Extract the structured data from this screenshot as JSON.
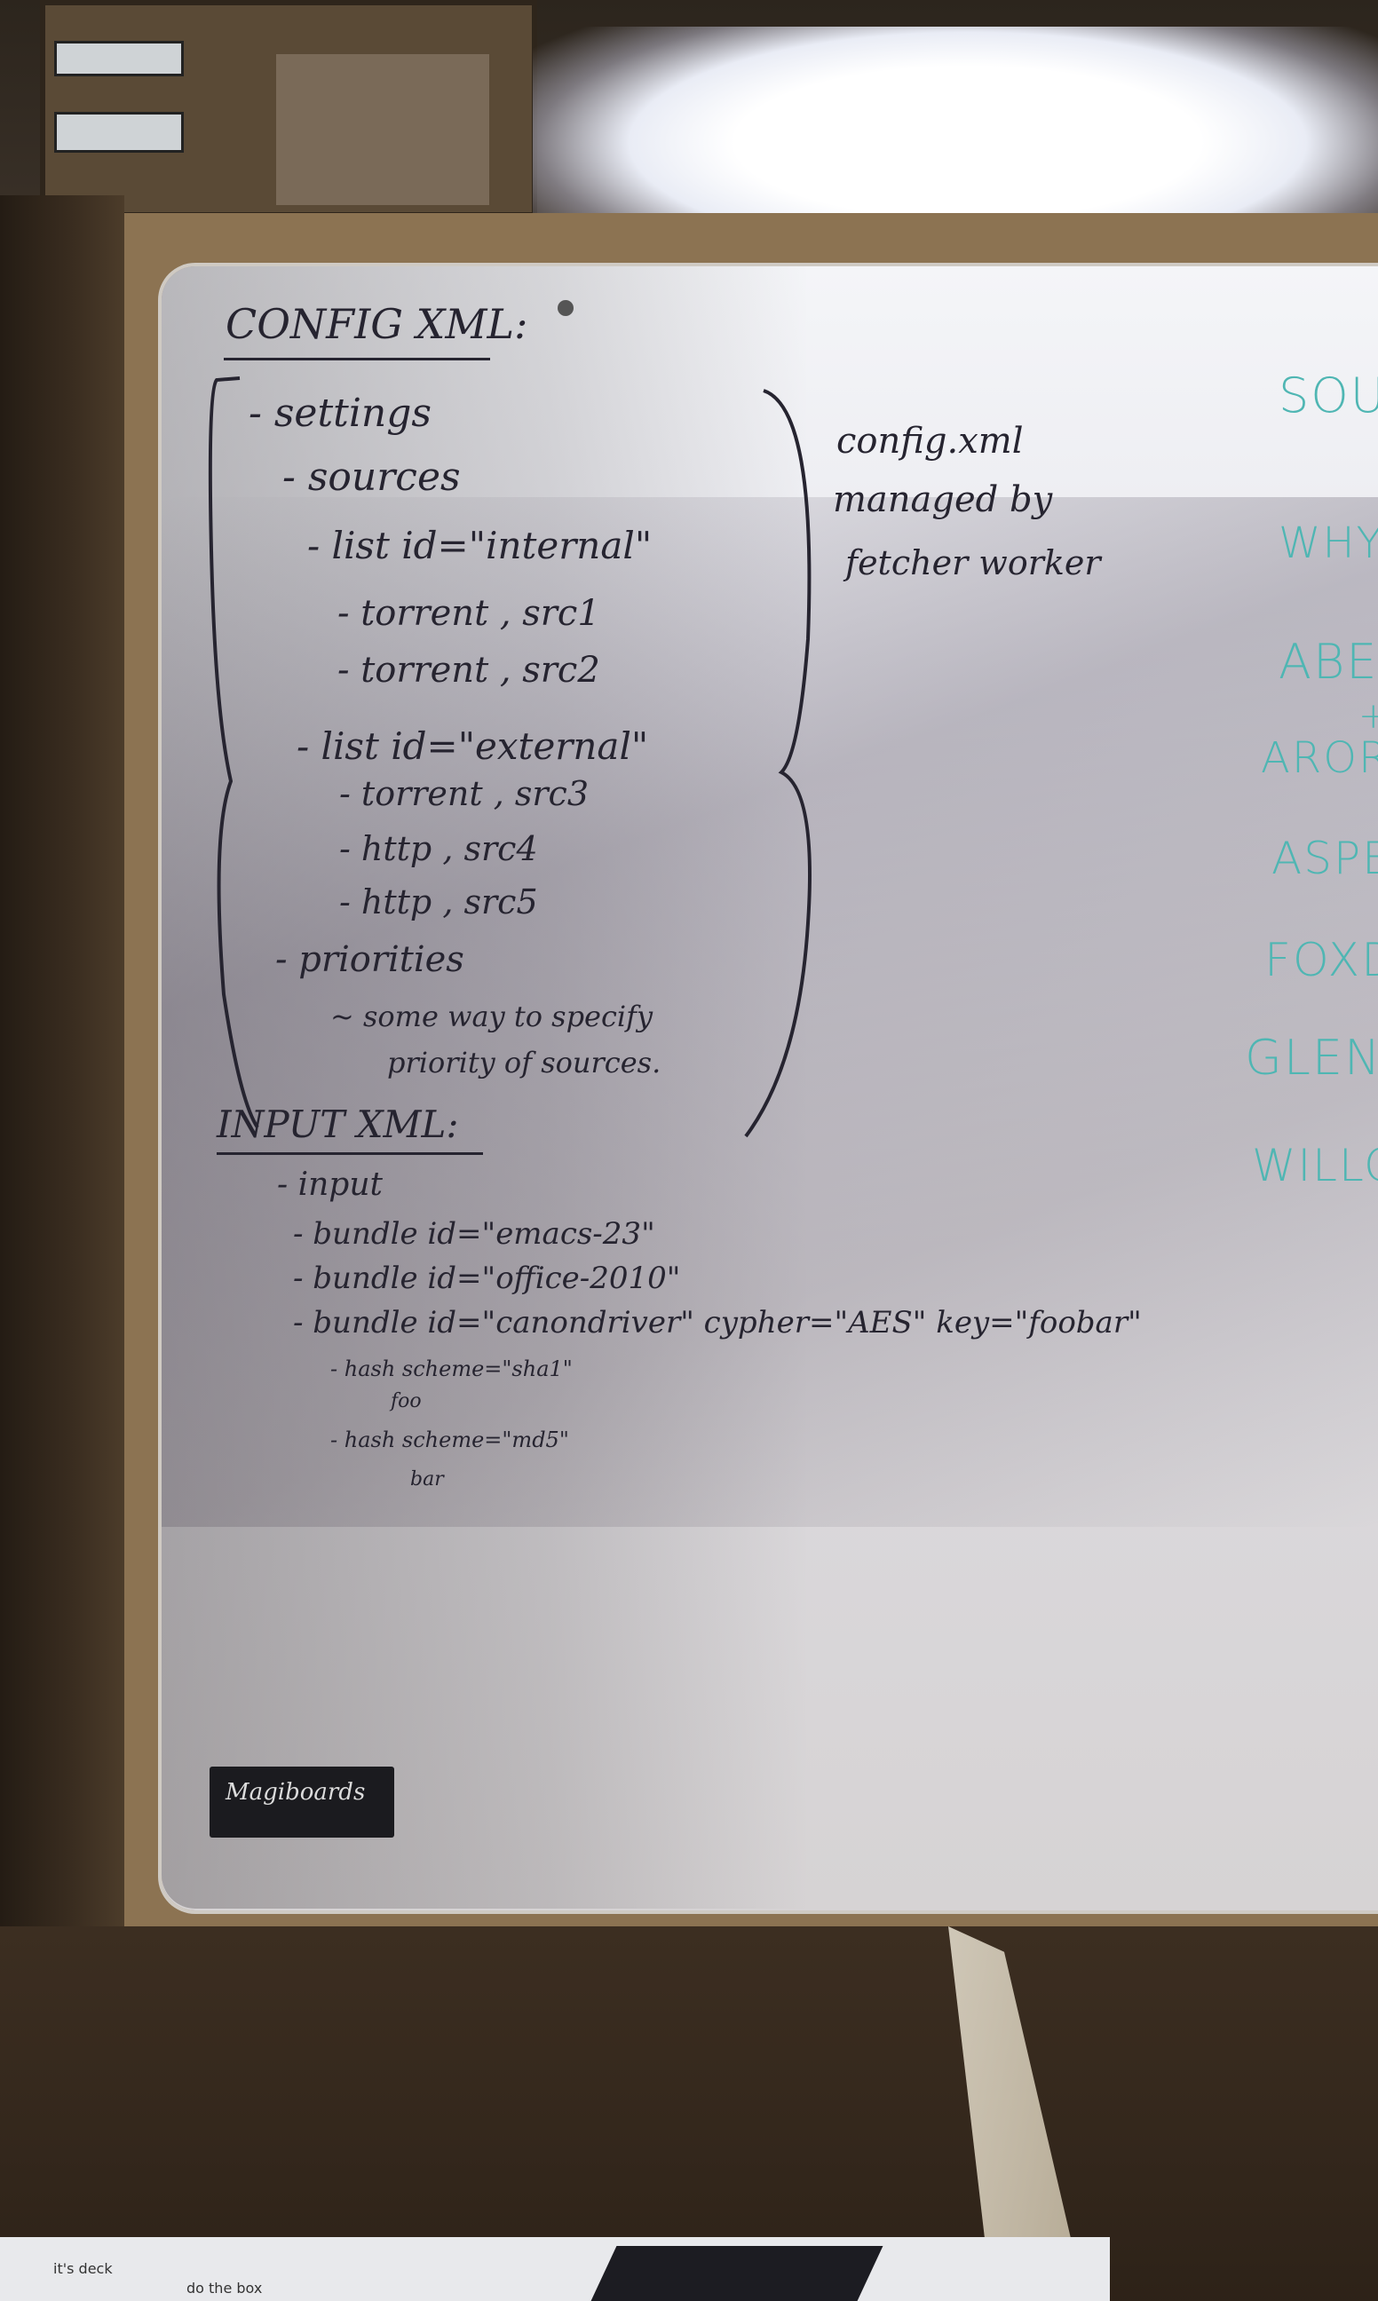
{
  "config_heading": "CONFIG XML:",
  "config_lines": [
    "- settings",
    "- sources",
    "- list id=\"internal\"",
    "- torrent , src1",
    "- torrent , src2",
    "- list id=\"external\"",
    "- torrent , src3",
    "- http , src4",
    "- http , src5",
    "- priorities",
    "~ some way to specify",
    "priority of sources."
  ],
  "side_note": [
    "config.xml",
    "managed by",
    "fetcher worker"
  ],
  "input_heading": "INPUT XML:",
  "input_lines": [
    "- input",
    "- bundle id=\"emacs-23\"",
    "- bundle id=\"office-2010\"",
    "- bundle id=\"canondriver\" cypher=\"AES\" key=\"foobar\"",
    "- hash scheme=\"sha1\"",
    "foo",
    "- hash scheme=\"md5\"",
    "bar"
  ],
  "right_list": [
    "SOU",
    "WHY",
    "ABE",
    "+",
    "AROR",
    "ASPE",
    "FOXD",
    "GLEN",
    "WILLO"
  ],
  "board_logo": "Magiboards",
  "box_labels": [
    "it's deck",
    "do the box"
  ]
}
